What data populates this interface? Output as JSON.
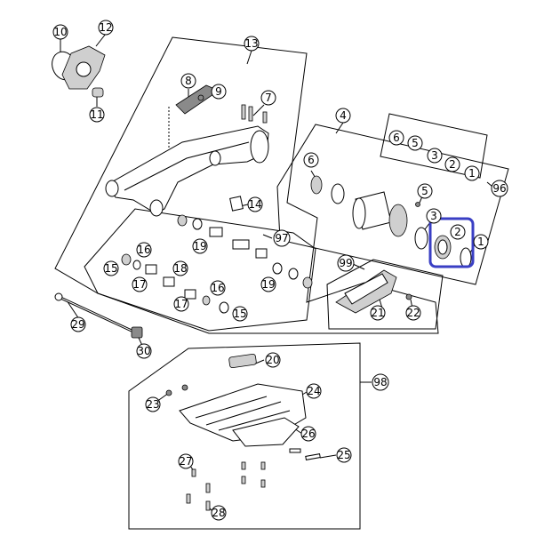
{
  "highlight_color": "#3a3fc4",
  "callouts": {
    "c1": "1",
    "c2": "2",
    "c3": "3",
    "c4": "4",
    "c5": "5",
    "c6": "6",
    "c7": "7",
    "c8": "8",
    "c9": "9",
    "c10": "10",
    "c11": "11",
    "c12": "12",
    "c13": "13",
    "c14": "14",
    "c15a": "15",
    "c15b": "15",
    "c16a": "16",
    "c16b": "16",
    "c17a": "17",
    "c17b": "17",
    "c18": "18",
    "c19a": "19",
    "c19b": "19",
    "c20": "20",
    "c21": "21",
    "c22": "22",
    "c23": "23",
    "c24": "24",
    "c25": "25",
    "c26": "26",
    "c27": "27",
    "c28": "28",
    "c29": "29",
    "c30": "30",
    "c96": "96",
    "c97": "97",
    "c98": "98",
    "c99": "99"
  },
  "kit96": {
    "k6": "6",
    "k5": "5",
    "k3": "3",
    "k2": "2",
    "k1": "1"
  }
}
